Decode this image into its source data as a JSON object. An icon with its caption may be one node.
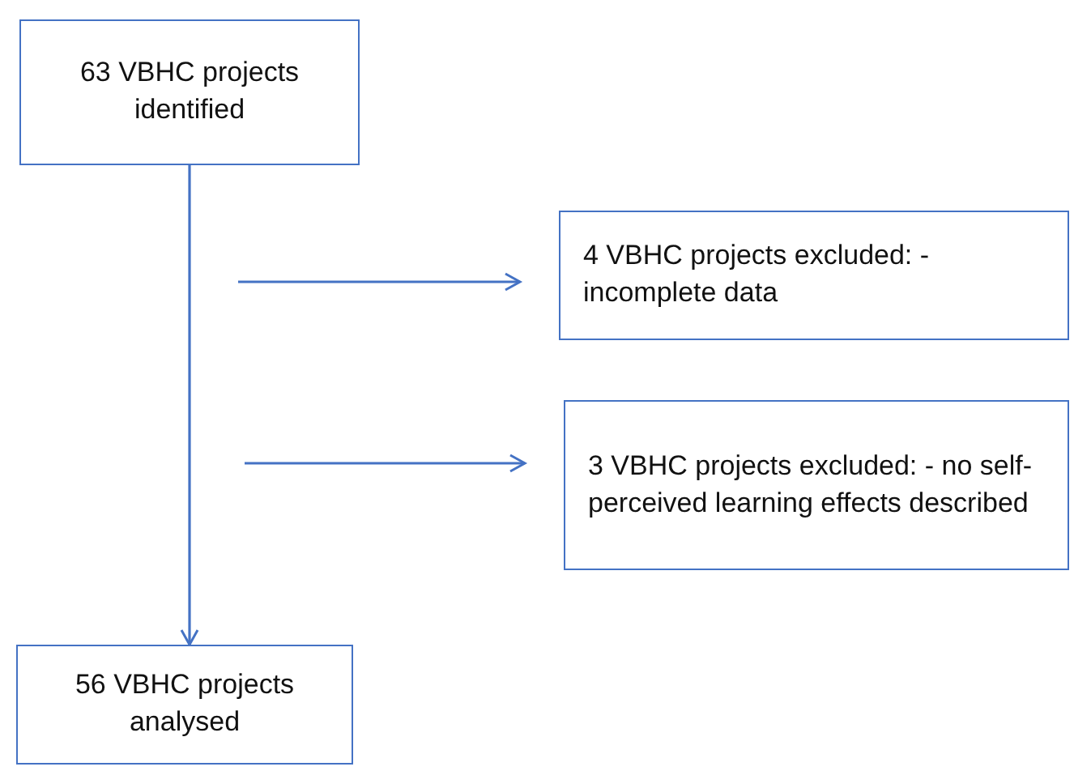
{
  "diagram": {
    "nodes": [
      {
        "text": [
          "63 VBHC projects identified"
        ]
      },
      {
        "text": [
          "4 VBHC projects excluded: - incomplete data"
        ]
      },
      {
        "text": [
          "3 VBHC projects excluded: - no self-perceived learning effects described"
        ]
      },
      {
        "text": [
          "56 VBHC projects analysed"
        ]
      }
    ],
    "edges": [
      {
        "from": 0,
        "to": 3,
        "arrow": "to"
      },
      {
        "from": null,
        "to": 1,
        "arrow": "to"
      },
      {
        "from": null,
        "to": 2,
        "arrow": "to"
      }
    ]
  }
}
